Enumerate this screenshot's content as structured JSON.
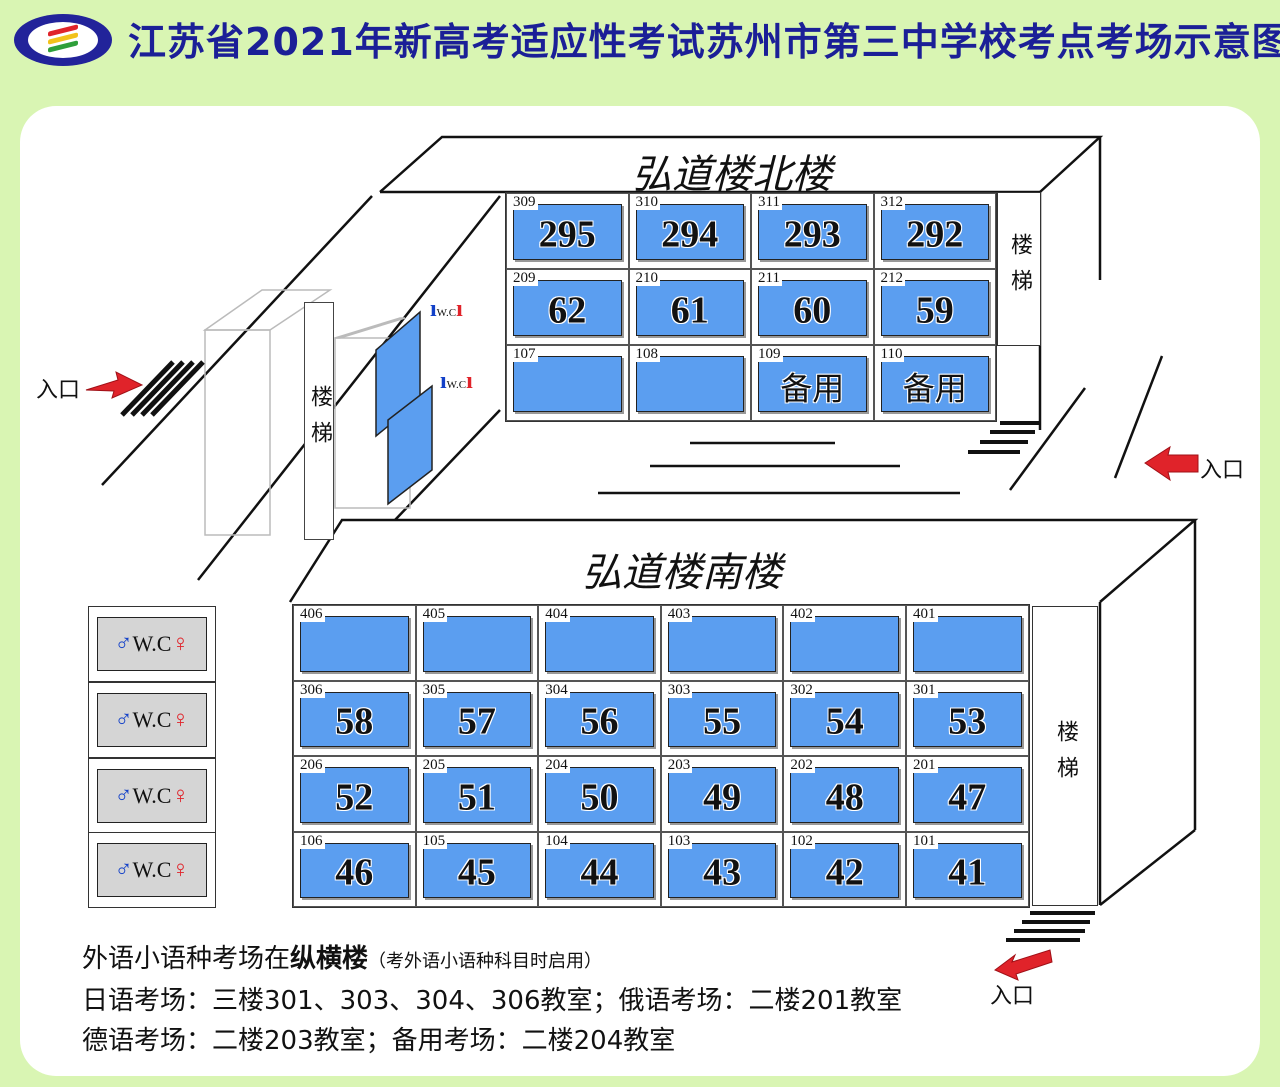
{
  "header": {
    "title": "江苏省2021年新高考适应性考试苏州市第三中学校考点考场示意图",
    "logo_icon": "school-logo-icon",
    "colors": {
      "title": "#1b1f97",
      "background": "#d9f5b3",
      "room_fill": "#5b9ef0",
      "arrow": "#e0232a"
    }
  },
  "north_building": {
    "title": "弘道楼北楼",
    "stair_label": "楼梯",
    "rows": [
      [
        {
          "no": "309",
          "val": "295"
        },
        {
          "no": "310",
          "val": "294"
        },
        {
          "no": "311",
          "val": "293"
        },
        {
          "no": "312",
          "val": "292"
        }
      ],
      [
        {
          "no": "209",
          "val": "62"
        },
        {
          "no": "210",
          "val": "61"
        },
        {
          "no": "211",
          "val": "60"
        },
        {
          "no": "212",
          "val": "59"
        }
      ],
      [
        {
          "no": "107",
          "val": ""
        },
        {
          "no": "108",
          "val": ""
        },
        {
          "no": "109",
          "val": "备用"
        },
        {
          "no": "110",
          "val": "备用"
        }
      ]
    ],
    "left_stair_label": "楼梯",
    "wc_labels": [
      "W.C",
      "W.C"
    ]
  },
  "south_building": {
    "title": "弘道楼南楼",
    "stair_label": "楼梯",
    "rows": [
      [
        {
          "no": "406",
          "val": ""
        },
        {
          "no": "405",
          "val": ""
        },
        {
          "no": "404",
          "val": ""
        },
        {
          "no": "403",
          "val": ""
        },
        {
          "no": "402",
          "val": ""
        },
        {
          "no": "401",
          "val": ""
        }
      ],
      [
        {
          "no": "306",
          "val": "58"
        },
        {
          "no": "305",
          "val": "57"
        },
        {
          "no": "304",
          "val": "56"
        },
        {
          "no": "303",
          "val": "55"
        },
        {
          "no": "302",
          "val": "54"
        },
        {
          "no": "301",
          "val": "53"
        }
      ],
      [
        {
          "no": "206",
          "val": "52"
        },
        {
          "no": "205",
          "val": "51"
        },
        {
          "no": "204",
          "val": "50"
        },
        {
          "no": "203",
          "val": "49"
        },
        {
          "no": "202",
          "val": "48"
        },
        {
          "no": "201",
          "val": "47"
        }
      ],
      [
        {
          "no": "106",
          "val": "46"
        },
        {
          "no": "105",
          "val": "45"
        },
        {
          "no": "104",
          "val": "44"
        },
        {
          "no": "103",
          "val": "43"
        },
        {
          "no": "102",
          "val": "42"
        },
        {
          "no": "101",
          "val": "41"
        }
      ]
    ],
    "wc_labels": [
      "W.C",
      "W.C",
      "W.C",
      "W.C"
    ]
  },
  "entrances": {
    "left": "入口",
    "right": "入口",
    "bottom": "入口"
  },
  "notes": {
    "line1_prefix": "外语小语种考场在",
    "line1_bold": "纵横楼",
    "line1_small": "（考外语小语种科目时启用）",
    "line2": "日语考场：三楼301、303、304、306教室；俄语考场：二楼201教室",
    "line3": "德语考场：二楼203教室；备用考场：二楼204教室"
  }
}
